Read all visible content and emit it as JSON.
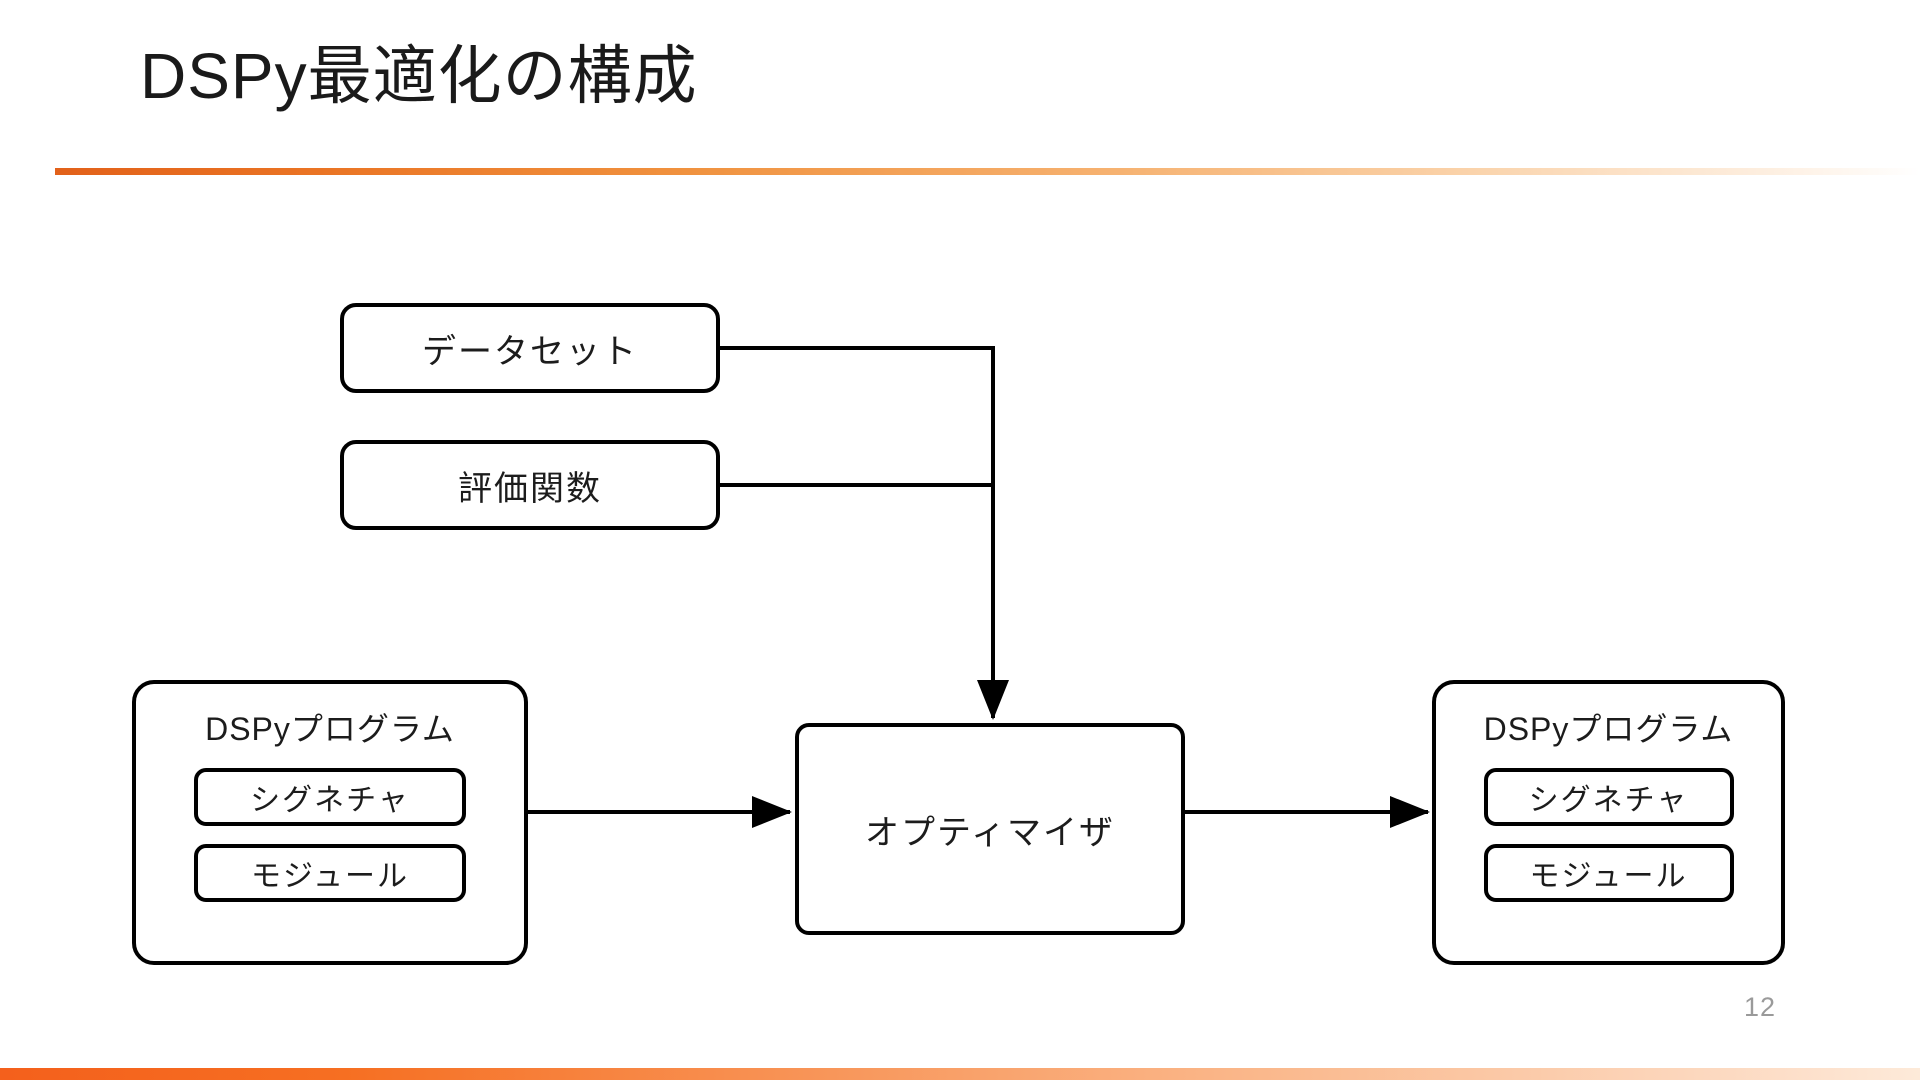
{
  "slide": {
    "title": "DSPy最適化の構成",
    "page_number": "12",
    "accent_color": "#e2611a",
    "footer_accent_color": "#f4601c"
  },
  "diagram": {
    "nodes": {
      "dataset": {
        "label": "データセット"
      },
      "metric": {
        "label": "評価関数"
      },
      "optimizer": {
        "label": "オプティマイザ"
      },
      "program_input": {
        "title": "DSPyプログラム",
        "items": [
          {
            "label": "シグネチャ"
          },
          {
            "label": "モジュール"
          }
        ]
      },
      "program_output": {
        "title": "DSPyプログラム",
        "items": [
          {
            "label": "シグネチャ"
          },
          {
            "label": "モジュール"
          }
        ]
      }
    },
    "edges": [
      {
        "from": "dataset",
        "to": "optimizer",
        "arrow": true
      },
      {
        "from": "metric",
        "to": "optimizer",
        "arrow": true
      },
      {
        "from": "program_input",
        "to": "optimizer",
        "arrow": true
      },
      {
        "from": "optimizer",
        "to": "program_output",
        "arrow": true
      }
    ]
  }
}
